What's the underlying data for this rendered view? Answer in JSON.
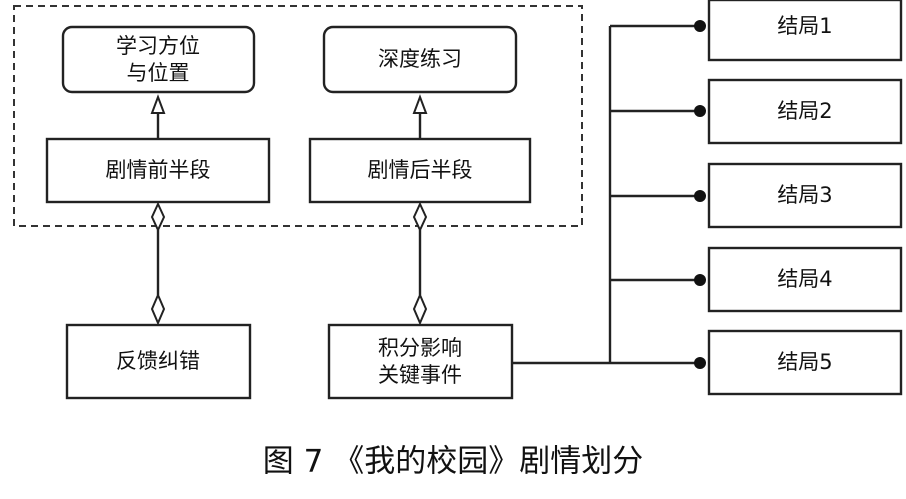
{
  "boxes": {
    "learn_position": {
      "line1": "学习方位",
      "line2": "与位置"
    },
    "deep_practice": "深度练习",
    "plot_first_half": "剧情前半段",
    "plot_second_half": "剧情后半段",
    "feedback": "反馈纠错",
    "key_event": {
      "line1": "积分影响",
      "line2": "关键事件"
    }
  },
  "endings": [
    "结局1",
    "结局2",
    "结局3",
    "结局4",
    "结局5"
  ],
  "caption": "图 7 《我的校园》剧情划分"
}
